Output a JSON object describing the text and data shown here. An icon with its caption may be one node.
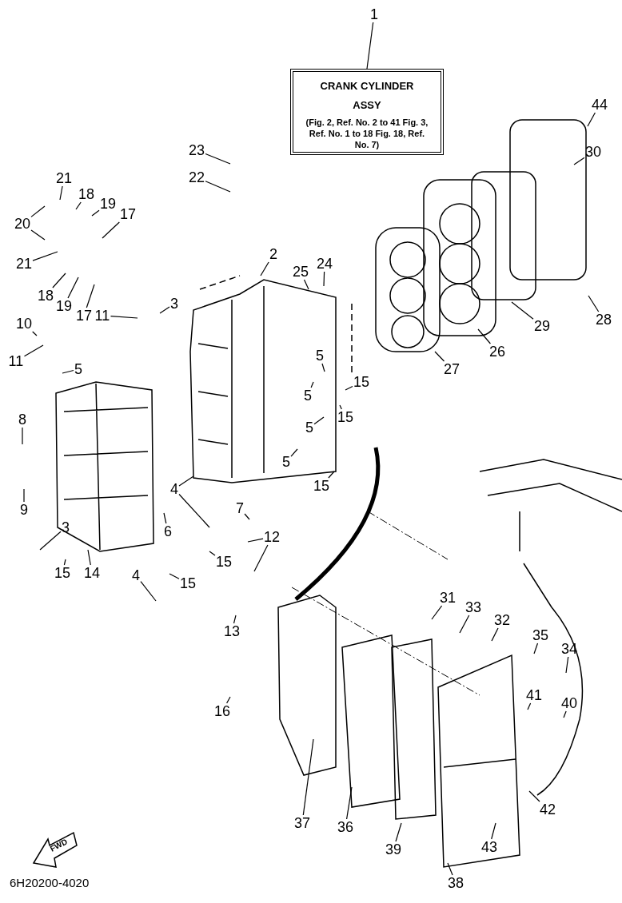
{
  "diagram": {
    "nodes": [
      {
        "text": [
          "1"
        ]
      },
      {
        "text": [
          "CRANK CYLINDER ASSY",
          "(Fig. 2, Ref. No. 2 to 41 Fig. 3, Ref. No. 1 to 18 Fig. 18, Ref. No. 7)"
        ]
      },
      {
        "text": [
          "44"
        ]
      },
      {
        "text": [
          "23"
        ]
      },
      {
        "text": [
          "30"
        ]
      },
      {
        "text": [
          "22"
        ]
      },
      {
        "text": [
          "21"
        ]
      },
      {
        "text": [
          "18"
        ]
      },
      {
        "text": [
          "19"
        ]
      },
      {
        "text": [
          "17"
        ]
      },
      {
        "text": [
          "20"
        ]
      },
      {
        "text": [
          "2"
        ]
      },
      {
        "text": [
          "21"
        ]
      },
      {
        "text": [
          "24"
        ]
      },
      {
        "text": [
          "25"
        ]
      },
      {
        "text": [
          "18"
        ]
      },
      {
        "text": [
          "19"
        ]
      },
      {
        "text": [
          "3"
        ]
      },
      {
        "text": [
          "17"
        ]
      },
      {
        "text": [
          "11"
        ]
      },
      {
        "text": [
          "28"
        ]
      },
      {
        "text": [
          "10"
        ]
      },
      {
        "text": [
          "29"
        ]
      },
      {
        "text": [
          "26"
        ]
      },
      {
        "text": [
          "5"
        ]
      },
      {
        "text": [
          "11"
        ]
      },
      {
        "text": [
          "27"
        ]
      },
      {
        "text": [
          "5"
        ]
      },
      {
        "text": [
          "15"
        ]
      },
      {
        "text": [
          "5"
        ]
      },
      {
        "text": [
          "15"
        ]
      },
      {
        "text": [
          "8"
        ]
      },
      {
        "text": [
          "5"
        ]
      },
      {
        "text": [
          "5"
        ]
      },
      {
        "text": [
          "15"
        ]
      },
      {
        "text": [
          "4"
        ]
      },
      {
        "text": [
          "9"
        ]
      },
      {
        "text": [
          "7"
        ]
      },
      {
        "text": [
          "3"
        ]
      },
      {
        "text": [
          "6"
        ]
      },
      {
        "text": [
          "12"
        ]
      },
      {
        "text": [
          "15"
        ]
      },
      {
        "text": [
          "4"
        ]
      },
      {
        "text": [
          "15"
        ]
      },
      {
        "text": [
          "14"
        ]
      },
      {
        "text": [
          "15"
        ]
      },
      {
        "text": [
          "31"
        ]
      },
      {
        "text": [
          "33"
        ]
      },
      {
        "text": [
          "32"
        ]
      },
      {
        "text": [
          "13"
        ]
      },
      {
        "text": [
          "35"
        ]
      },
      {
        "text": [
          "34"
        ]
      },
      {
        "text": [
          "41"
        ]
      },
      {
        "text": [
          "40"
        ]
      },
      {
        "text": [
          "16"
        ]
      },
      {
        "text": [
          "37"
        ]
      },
      {
        "text": [
          "36"
        ]
      },
      {
        "text": [
          "42"
        ]
      },
      {
        "text": [
          "39"
        ]
      },
      {
        "text": [
          "43"
        ]
      },
      {
        "text": [
          "38"
        ]
      }
    ],
    "edges": [
      {
        "from": 0,
        "to": 1,
        "arrow": "none"
      },
      {
        "from": 2,
        "to": null,
        "arrow": "none"
      },
      {
        "from": 3,
        "to": null,
        "arrow": "none"
      },
      {
        "from": 4,
        "to": null,
        "arrow": "none"
      },
      {
        "from": 5,
        "to": null,
        "arrow": "none"
      },
      {
        "from": 6,
        "to": null,
        "arrow": "none"
      },
      {
        "from": 7,
        "to": null,
        "arrow": "none"
      },
      {
        "from": 8,
        "to": null,
        "arrow": "none"
      },
      {
        "from": 9,
        "to": null,
        "arrow": "none"
      },
      {
        "from": 10,
        "to": null,
        "arrow": "none"
      },
      {
        "from": 10,
        "to": null,
        "arrow": "none"
      },
      {
        "from": 11,
        "to": null,
        "arrow": "none"
      },
      {
        "from": 12,
        "to": null,
        "arrow": "none"
      },
      {
        "from": 13,
        "to": null,
        "arrow": "none"
      },
      {
        "from": 14,
        "to": null,
        "arrow": "none"
      },
      {
        "from": 15,
        "to": null,
        "arrow": "none"
      },
      {
        "from": 16,
        "to": null,
        "arrow": "none"
      },
      {
        "from": 17,
        "to": null,
        "arrow": "none"
      },
      {
        "from": 18,
        "to": null,
        "arrow": "none"
      },
      {
        "from": 19,
        "to": null,
        "arrow": "none"
      },
      {
        "from": 20,
        "to": null,
        "arrow": "none"
      },
      {
        "from": 21,
        "to": null,
        "arrow": "none"
      },
      {
        "from": 22,
        "to": null,
        "arrow": "none"
      },
      {
        "from": 23,
        "to": null,
        "arrow": "none"
      },
      {
        "from": 24,
        "to": null,
        "arrow": "none"
      },
      {
        "from": 25,
        "to": null,
        "arrow": "none"
      },
      {
        "from": 26,
        "to": null,
        "arrow": "none"
      },
      {
        "from": 27,
        "to": null,
        "arrow": "none"
      },
      {
        "from": 28,
        "to": null,
        "arrow": "none"
      },
      {
        "from": 29,
        "to": null,
        "arrow": "none"
      },
      {
        "from": 30,
        "to": null,
        "arrow": "none"
      },
      {
        "from": 31,
        "to": null,
        "arrow": "none"
      },
      {
        "from": 32,
        "to": null,
        "arrow": "none"
      },
      {
        "from": 33,
        "to": null,
        "arrow": "none"
      },
      {
        "from": 34,
        "to": null,
        "arrow": "none"
      },
      {
        "from": 35,
        "to": null,
        "arrow": "none"
      },
      {
        "from": 35,
        "to": null,
        "arrow": "none"
      },
      {
        "from": 36,
        "to": null,
        "arrow": "none"
      },
      {
        "from": 37,
        "to": null,
        "arrow": "none"
      },
      {
        "from": 38,
        "to": null,
        "arrow": "none"
      },
      {
        "from": 39,
        "to": null,
        "arrow": "none"
      },
      {
        "from": 40,
        "to": null,
        "arrow": "none"
      },
      {
        "from": 40,
        "to": null,
        "arrow": "none"
      },
      {
        "from": 41,
        "to": null,
        "arrow": "none"
      },
      {
        "from": 42,
        "to": null,
        "arrow": "none"
      },
      {
        "from": 43,
        "to": null,
        "arrow": "none"
      },
      {
        "from": 44,
        "to": null,
        "arrow": "none"
      },
      {
        "from": 45,
        "to": null,
        "arrow": "none"
      },
      {
        "from": 46,
        "to": null,
        "arrow": "none"
      },
      {
        "from": 47,
        "to": null,
        "arrow": "none"
      },
      {
        "from": 48,
        "to": null,
        "arrow": "none"
      },
      {
        "from": 49,
        "to": null,
        "arrow": "none"
      },
      {
        "from": 50,
        "to": null,
        "arrow": "none"
      },
      {
        "from": 51,
        "to": null,
        "arrow": "none"
      },
      {
        "from": 52,
        "to": null,
        "arrow": "none"
      },
      {
        "from": 53,
        "to": null,
        "arrow": "none"
      },
      {
        "from": 54,
        "to": null,
        "arrow": "none"
      },
      {
        "from": 55,
        "to": null,
        "arrow": "none"
      },
      {
        "from": 56,
        "to": null,
        "arrow": "none"
      },
      {
        "from": 57,
        "to": null,
        "arrow": "none"
      },
      {
        "from": 58,
        "to": null,
        "arrow": "none"
      },
      {
        "from": 59,
        "to": null,
        "arrow": "none"
      },
      {
        "from": 60,
        "to": null,
        "arrow": "none"
      }
    ],
    "labels": [
      "FWD",
      "6H20200-4020"
    ]
  }
}
